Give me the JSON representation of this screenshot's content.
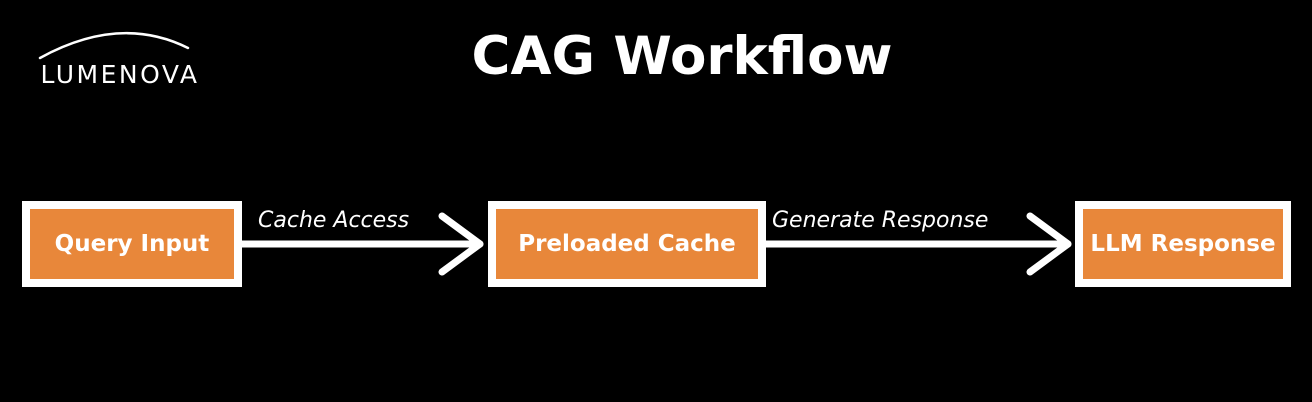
{
  "logo": {
    "text": "LUMENOVA"
  },
  "title": "CAG Workflow",
  "nodes": {
    "query_input": "Query Input",
    "preloaded_cache": "Preloaded Cache",
    "llm_response": "LLM Response"
  },
  "edges": {
    "cache_access": "Cache Access",
    "generate_response": "Generate Response"
  },
  "colors": {
    "background": "#000000",
    "node_fill": "#e8873a",
    "node_border": "#ffffff",
    "text": "#ffffff",
    "arrow": "#ffffff"
  }
}
